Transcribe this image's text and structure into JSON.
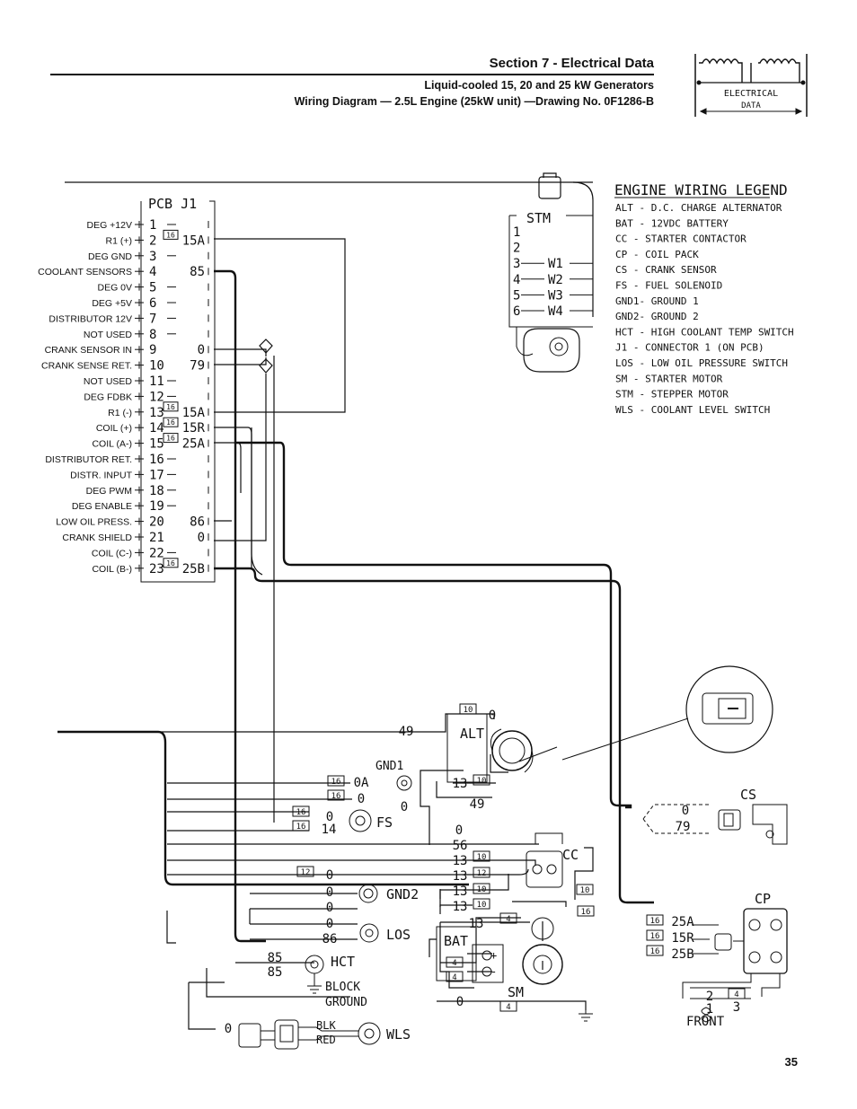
{
  "header": {
    "section_title": "Section 7 - Electrical Data",
    "subtitle_1": "Liquid-cooled 15, 20 and 25 kW Generators",
    "subtitle_2": "Wiring Diagram — 2.5L Engine (25kW unit) —Drawing No. 0F1286-B"
  },
  "badge": {
    "line1": "ELECTRICAL",
    "line2": "DATA"
  },
  "page_number": "35",
  "legend": {
    "title": "ENGINE WIRING LEGEND",
    "items": [
      "ALT - D.C. CHARGE ALTERNATOR",
      "BAT - 12VDC BATTERY",
      "CC  - STARTER CONTACTOR",
      "CP  - COIL PACK",
      "CS  - CRANK SENSOR",
      "FS  - FUEL SOLENOID",
      "GND1- GROUND 1",
      "GND2- GROUND 2",
      "HCT - HIGH COOLANT TEMP SWITCH",
      "J1 -  CONNECTOR 1 (ON  PCB)",
      "LOS - LOW OIL PRESSURE SWITCH",
      "SM  - STARTER MOTOR",
      "STM - STEPPER MOTOR",
      "WLS - COOLANT LEVEL SWITCH"
    ]
  },
  "pcb": {
    "title": "PCB  J1",
    "pins": [
      {
        "label": "DEG +12V",
        "num": "1",
        "wire": "",
        "gauge": ""
      },
      {
        "label": "R1 (+)",
        "num": "2",
        "wire": "15A",
        "gauge": "16"
      },
      {
        "label": "DEG GND",
        "num": "3",
        "wire": "",
        "gauge": ""
      },
      {
        "label": "COOLANT SENSORS",
        "num": "4",
        "wire": "85",
        "gauge": ""
      },
      {
        "label": "DEG 0V",
        "num": "5",
        "wire": "",
        "gauge": ""
      },
      {
        "label": "DEG +5V",
        "num": "6",
        "wire": "",
        "gauge": ""
      },
      {
        "label": "DISTRIBUTOR 12V",
        "num": "7",
        "wire": "",
        "gauge": ""
      },
      {
        "label": "NOT USED",
        "num": "8",
        "wire": "",
        "gauge": ""
      },
      {
        "label": "CRANK SENSOR IN",
        "num": "9",
        "wire": "0",
        "gauge": ""
      },
      {
        "label": "CRANK SENSE RET.",
        "num": "10",
        "wire": "79",
        "gauge": ""
      },
      {
        "label": "NOT USED",
        "num": "11",
        "wire": "",
        "gauge": ""
      },
      {
        "label": "DEG FDBK",
        "num": "12",
        "wire": "",
        "gauge": ""
      },
      {
        "label": "R1 (-)",
        "num": "13",
        "wire": "15A",
        "gauge": "16"
      },
      {
        "label": "COIL (+)",
        "num": "14",
        "wire": "15R",
        "gauge": "16"
      },
      {
        "label": "COIL (A-)",
        "num": "15",
        "wire": "25A",
        "gauge": "16"
      },
      {
        "label": "DISTRIBUTOR RET.",
        "num": "16",
        "wire": "",
        "gauge": ""
      },
      {
        "label": "DISTR. INPUT",
        "num": "17",
        "wire": "",
        "gauge": ""
      },
      {
        "label": "DEG PWM",
        "num": "18",
        "wire": "",
        "gauge": ""
      },
      {
        "label": "DEG ENABLE",
        "num": "19",
        "wire": "",
        "gauge": ""
      },
      {
        "label": "LOW OIL PRESS.",
        "num": "20",
        "wire": "86",
        "gauge": ""
      },
      {
        "label": "CRANK SHIELD",
        "num": "21",
        "wire": "0",
        "gauge": ""
      },
      {
        "label": "COIL (C-)",
        "num": "22",
        "wire": "",
        "gauge": ""
      },
      {
        "label": "COIL (B-)",
        "num": "23",
        "wire": "25B",
        "gauge": "16"
      }
    ]
  },
  "stm": {
    "title": "STM",
    "pins": [
      "1",
      "2",
      "3",
      "4",
      "5",
      "6"
    ],
    "wires": [
      "",
      "",
      "W1",
      "W2",
      "W3",
      "W4"
    ]
  },
  "components": {
    "alt": "ALT",
    "gnd1": "GND1",
    "fs": "FS",
    "cc": "CC",
    "gnd2": "GND2",
    "los": "LOS",
    "hct": "HCT",
    "bat": "BAT",
    "sm": "SM",
    "wls": "WLS",
    "cs": "CS",
    "cp": "CP",
    "front": "FRONT",
    "block_ground_1": "BLOCK",
    "block_ground_2": "GROUND",
    "blk": "BLK",
    "red": "RED",
    "bat_plus": "+",
    "bat_minus": "-"
  },
  "lower_wires": [
    {
      "text": "49"
    },
    {
      "text": "0"
    },
    {
      "text": "10"
    },
    {
      "text": "0A"
    },
    {
      "text": "16"
    },
    {
      "text": "0"
    },
    {
      "text": "16"
    },
    {
      "text": "13"
    },
    {
      "text": "10"
    },
    {
      "text": "49"
    },
    {
      "text": "0"
    },
    {
      "text": "16"
    },
    {
      "text": "14"
    },
    {
      "text": "16"
    },
    {
      "text": "0"
    },
    {
      "text": "0"
    },
    {
      "text": "56"
    },
    {
      "text": "13"
    },
    {
      "text": "10"
    },
    {
      "text": "13"
    },
    {
      "text": "12"
    },
    {
      "text": "0"
    },
    {
      "text": "12"
    },
    {
      "text": "0"
    },
    {
      "text": "13"
    },
    {
      "text": "10"
    },
    {
      "text": "0"
    },
    {
      "text": "13"
    },
    {
      "text": "10"
    },
    {
      "text": "0"
    },
    {
      "text": "16"
    },
    {
      "text": "86"
    },
    {
      "text": "13"
    },
    {
      "text": "4"
    },
    {
      "text": "85"
    },
    {
      "text": "85"
    },
    {
      "text": "4"
    },
    {
      "text": "4"
    },
    {
      "text": "0"
    },
    {
      "text": "4"
    },
    {
      "text": "0"
    },
    {
      "text": "10"
    },
    {
      "text": "0"
    },
    {
      "text": "79"
    },
    {
      "text": "25A"
    },
    {
      "text": "16"
    },
    {
      "text": "15R"
    },
    {
      "text": "16"
    },
    {
      "text": "25B"
    },
    {
      "text": "16"
    },
    {
      "text": "2"
    },
    {
      "text": "4"
    },
    {
      "text": "1"
    },
    {
      "text": "3"
    }
  ]
}
